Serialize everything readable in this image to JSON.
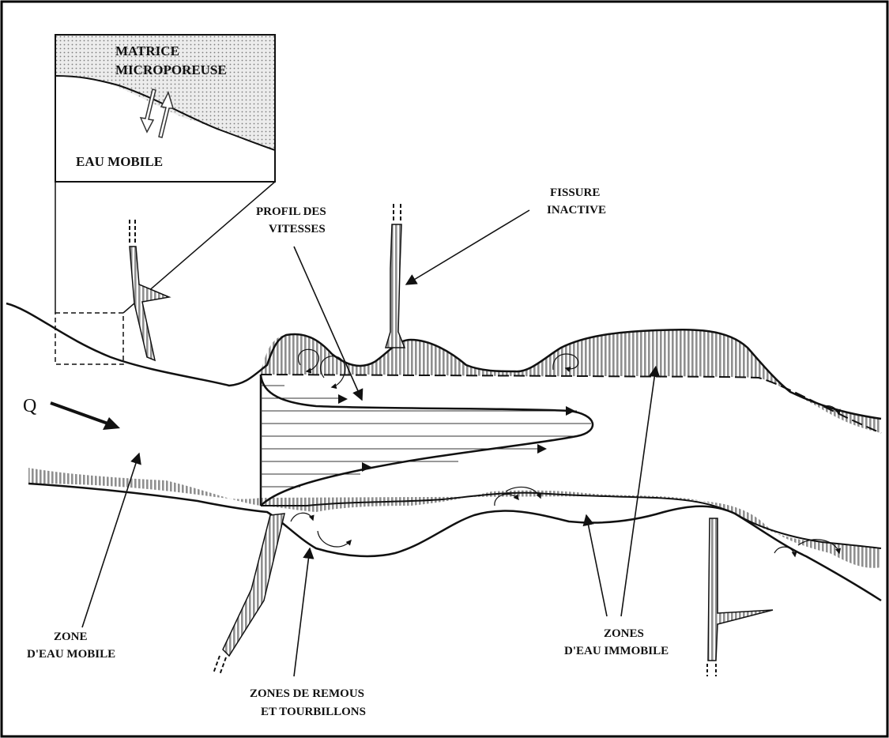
{
  "labels": {
    "matrix_line1": "MATRICE",
    "matrix_line2": "MICROPOREUSE",
    "mobile_water_inset": "EAU MOBILE",
    "velocity_line1": "PROFIL DES",
    "velocity_line2": "VITESSES",
    "fissure_line1": "FISSURE",
    "fissure_line2": "INACTIVE",
    "flow": "Q",
    "mobile_zone_line1": "ZONE",
    "mobile_zone_line2": "D'EAU MOBILE",
    "eddy_line1": "ZONES DE REMOUS",
    "eddy_line2": "ET TOURBILLONS",
    "immobile_line1": "ZONES",
    "immobile_line2": "D'EAU IMMOBILE"
  },
  "colors": {
    "ink": "#111111",
    "hatch": "#9a9a9a",
    "stipple": "#c8c8c8",
    "background": "#ffffff"
  }
}
